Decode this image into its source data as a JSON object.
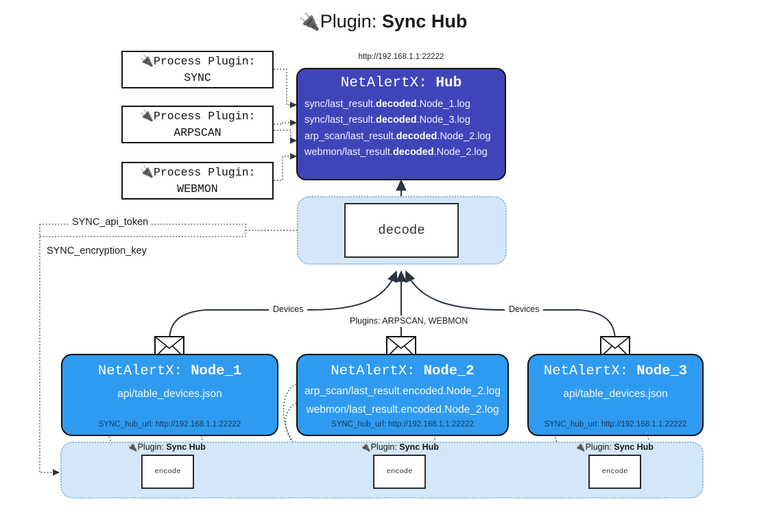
{
  "title": {
    "icon": "plug-icon",
    "glyph": "🔌",
    "prefix": "Plugin: ",
    "name": "Sync Hub"
  },
  "hub": {
    "url": "http://192.168.1.1:22222",
    "label_prefix": "NetAlertX: ",
    "label_name": "Hub",
    "lines": [
      {
        "pre": "sync/last_result.",
        "mid": "decoded",
        "post": ".Node_1.log"
      },
      {
        "pre": "sync/last_result.",
        "mid": "decoded",
        "post": ".Node_3.log"
      },
      {
        "pre": "arp_scan/last_result.",
        "mid": "decoded",
        "post": ".Node_2.log"
      },
      {
        "pre": "webmon/last_result.",
        "mid": "decoded",
        "post": ".Node_2.log"
      }
    ],
    "color": "#3f45b8"
  },
  "process_plugins": [
    {
      "line1": "Process Plugin:",
      "line2": "SYNC"
    },
    {
      "line1": "Process Plugin:",
      "line2": "ARPSCAN"
    },
    {
      "line1": "Process Plugin:",
      "line2": "WEBMON"
    }
  ],
  "decode": {
    "label": "decode"
  },
  "keys": [
    {
      "label": "SYNC_api_token"
    },
    {
      "label": "SYNC_encryption_key"
    }
  ],
  "edge_labels": {
    "left_devices": "Devices",
    "center_plugins": "Plugins: ARPSCAN, WEBMON",
    "right_devices": "Devices"
  },
  "nodes": [
    {
      "label_prefix": "NetAlertX: ",
      "label_name": "Node_1",
      "lines": [
        "api/table_devices.json"
      ],
      "url_key": "SYNC_hub_url: ",
      "url_value": "http://192.168.1.1:22222"
    },
    {
      "label_prefix": "NetAlertX: ",
      "label_name": "Node_2",
      "lines": [
        "arp_scan/last_result.encoded.Node_2.log",
        "webmon/last_result.encoded.Node_2.log"
      ],
      "url_key": "SYNC_hub_url: ",
      "url_value": "http://192.168.1.1:22222"
    },
    {
      "label_prefix": "NetAlertX: ",
      "label_name": "Node_3",
      "lines": [
        "api/table_devices.json"
      ],
      "url_key": "SYNC_hub_url: ",
      "url_value": "http://192.168.1.1:22222"
    }
  ],
  "encoders": [
    {
      "caption_glyph": "🔌",
      "caption_prefix": "Plugin: ",
      "caption_name": "Sync Hub",
      "label": "encode"
    },
    {
      "caption_glyph": "🔌",
      "caption_prefix": "Plugin: ",
      "caption_name": "Sync Hub",
      "label": "encode"
    },
    {
      "caption_glyph": "🔌",
      "caption_prefix": "Plugin: ",
      "caption_name": "Sync Hub",
      "label": "encode"
    }
  ],
  "colors": {
    "hub": "#3f45b8",
    "node": "#2f9bf0",
    "container": "#d4e7f9",
    "stroke": "#2b2b2b"
  }
}
